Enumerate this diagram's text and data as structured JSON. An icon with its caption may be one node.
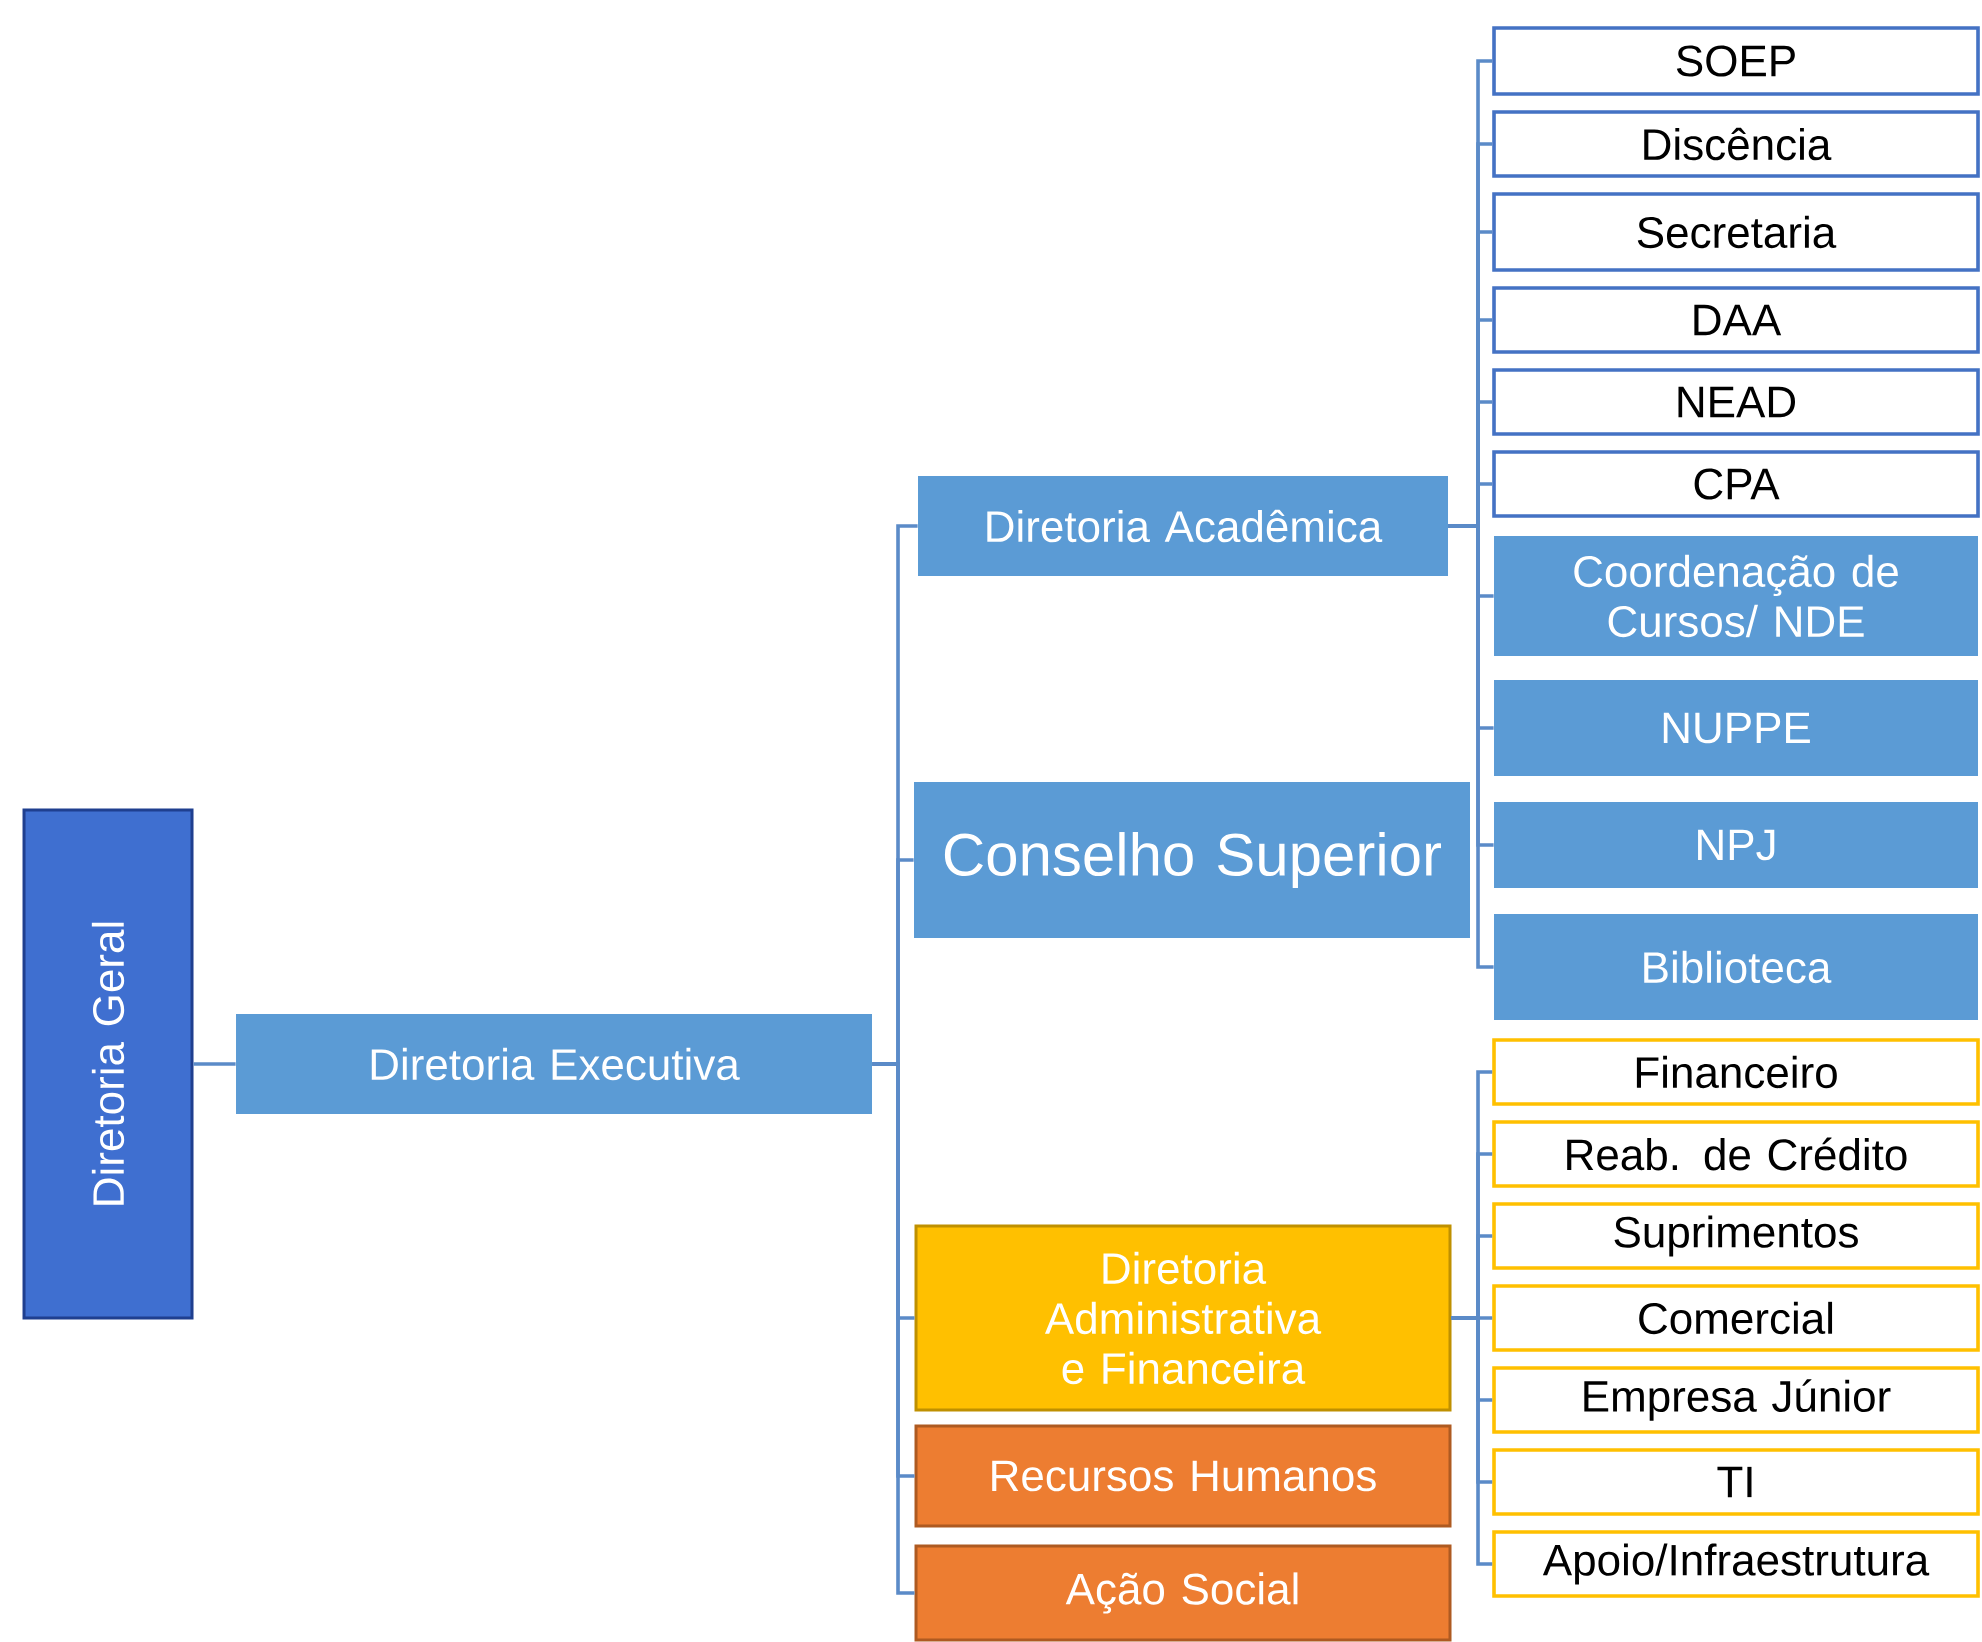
{
  "diagram": {
    "nodes": [
      {
        "text": [
          "Diretoria Geral"
        ]
      },
      {
        "text": [
          "Diretoria Executiva"
        ]
      },
      {
        "text": [
          "Diretoria Acadêmica"
        ]
      },
      {
        "text": [
          "Conselho Superior"
        ]
      },
      {
        "text": [
          "Diretoria Administrativa e Financeira"
        ]
      },
      {
        "text": [
          "Recursos Humanos"
        ]
      },
      {
        "text": [
          "Ação Social"
        ]
      },
      {
        "text": [
          "SOEP"
        ]
      },
      {
        "text": [
          "Discência"
        ]
      },
      {
        "text": [
          "Secretaria"
        ]
      },
      {
        "text": [
          "DAA"
        ]
      },
      {
        "text": [
          "NEAD"
        ]
      },
      {
        "text": [
          "CPA"
        ]
      },
      {
        "text": [
          "Coordenação de Cursos/ NDE"
        ]
      },
      {
        "text": [
          "NUPPE"
        ]
      },
      {
        "text": [
          "NPJ"
        ]
      },
      {
        "text": [
          "Biblioteca"
        ]
      },
      {
        "text": [
          "Financeiro"
        ]
      },
      {
        "text": [
          "Reab. de Crédito"
        ]
      },
      {
        "text": [
          "Suprimentos"
        ]
      },
      {
        "text": [
          "Comercial"
        ]
      },
      {
        "text": [
          "Empresa Júnior"
        ]
      },
      {
        "text": [
          "TI"
        ]
      },
      {
        "text": [
          "Apoio/Infraestrutura"
        ]
      }
    ],
    "edges": [
      {
        "from": 0,
        "to": 1,
        "arrow": "none"
      },
      {
        "from": 1,
        "to": 2,
        "arrow": "none"
      },
      {
        "from": 1,
        "to": 3,
        "arrow": "none"
      },
      {
        "from": 1,
        "to": 4,
        "arrow": "none"
      },
      {
        "from": 1,
        "to": 5,
        "arrow": "none"
      },
      {
        "from": 1,
        "to": 6,
        "arrow": "none"
      },
      {
        "from": 2,
        "to": 7,
        "arrow": "none"
      },
      {
        "from": 2,
        "to": 8,
        "arrow": "none"
      },
      {
        "from": 2,
        "to": 9,
        "arrow": "none"
      },
      {
        "from": 2,
        "to": 10,
        "arrow": "none"
      },
      {
        "from": 2,
        "to": 11,
        "arrow": "none"
      },
      {
        "from": 2,
        "to": 12,
        "arrow": "none"
      },
      {
        "from": 2,
        "to": 13,
        "arrow": "none"
      },
      {
        "from": 2,
        "to": 14,
        "arrow": "none"
      },
      {
        "from": 2,
        "to": 15,
        "arrow": "none"
      },
      {
        "from": 2,
        "to": 16,
        "arrow": "none"
      },
      {
        "from": 4,
        "to": 17,
        "arrow": "none"
      },
      {
        "from": 4,
        "to": 18,
        "arrow": "none"
      },
      {
        "from": 4,
        "to": 19,
        "arrow": "none"
      },
      {
        "from": 4,
        "to": 20,
        "arrow": "none"
      },
      {
        "from": 4,
        "to": 21,
        "arrow": "none"
      },
      {
        "from": 4,
        "to": 22,
        "arrow": "none"
      },
      {
        "from": 4,
        "to": 23,
        "arrow": "none"
      }
    ]
  }
}
